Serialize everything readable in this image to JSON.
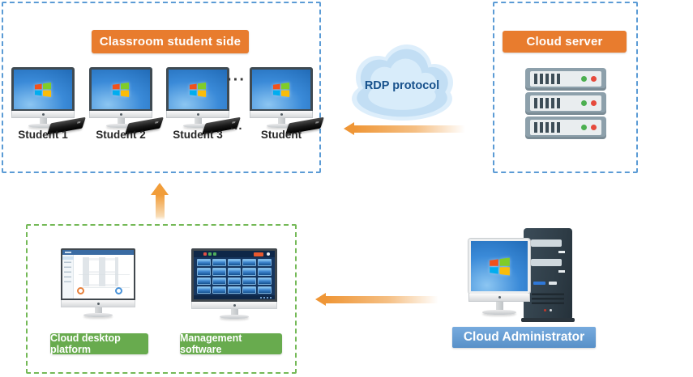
{
  "classroom": {
    "title": "Classroom student side",
    "students": [
      {
        "label": "Student 1"
      },
      {
        "label": "Student 2"
      },
      {
        "label": "Student 3"
      },
      {
        "label": "Student"
      }
    ],
    "monitor_row_ellipsis": "···",
    "label_row_ellipsis": "..."
  },
  "network": {
    "cloud_label": "RDP protocol"
  },
  "cloud_server": {
    "title": "Cloud server",
    "unit_count": 3
  },
  "admin_console": {
    "platform_label": "Cloud desktop platform",
    "management_label": "Management software",
    "management_grid": {
      "rows": 4,
      "cols": 5
    }
  },
  "administrator": {
    "label": "Cloud Administrator"
  },
  "colors": {
    "banner_orange": "#e87c2e",
    "classroom_border_blue": "#5b9bd5",
    "platform_border_green": "#74b957",
    "platform_label_green": "#68ab4e",
    "admin_label_blue": "#5c99d6",
    "arrow_orange": "#ef9636",
    "cloud_fill": "#c2def4",
    "cloud_text_blue": "#17518c"
  }
}
